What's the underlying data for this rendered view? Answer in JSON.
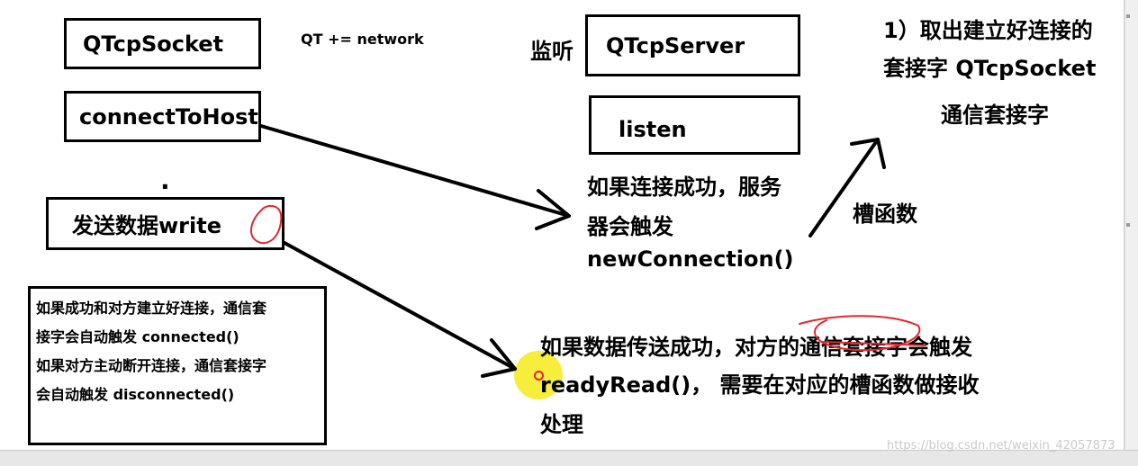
{
  "client": {
    "socket_label": "QTcpSocket",
    "qt_config": "QT += network",
    "connect_label": "connectToHost",
    "dot": ".",
    "write_label": "发送数据write",
    "note_lines": [
      "如果成功和对方建立好连接，通信套",
      "接字会自动触发 connected()",
      "如果对方主动断开连接，通信套接字",
      "会自动触发 disconnected()"
    ]
  },
  "server": {
    "listen_prefix": "监听",
    "server_label": "QTcpServer",
    "listen_label": "listen",
    "connect_success_lines": [
      "如果连接成功，服务",
      "器会触发",
      "newConnection()"
    ],
    "slot_label": "槽函数",
    "extract_lines": [
      "1）取出建立好连接的",
      "套接字  QTcpSocket"
    ],
    "comm_socket_label": "通信套接字",
    "data_lines": [
      "如果数据传送成功，对方的通信套接字会触发",
      "readyRead()，  需要在对应的槽函数做接收",
      "处理"
    ]
  },
  "watermark": "https://blog.csdn.net/weixin_42057873",
  "colors": {
    "annotation_red": "#e0282d",
    "cursor_yellow": "#f6ec2c",
    "highlight_blue": "#1a3a9c"
  }
}
